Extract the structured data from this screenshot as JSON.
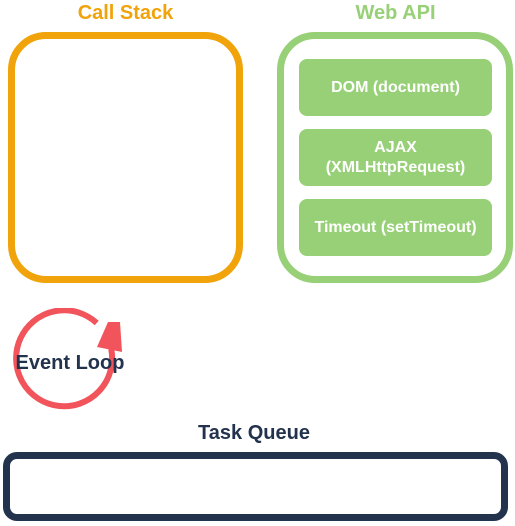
{
  "colors": {
    "call_stack": "#f0a30a",
    "web_api": "#97d077",
    "task_queue": "#23334d",
    "event_loop": "#f2545b",
    "text_dark": "#23334d",
    "item_text": "#ffffff"
  },
  "call_stack": {
    "title": "Call Stack"
  },
  "web_api": {
    "title": "Web API",
    "items": [
      {
        "line1": "DOM (document)",
        "line2": ""
      },
      {
        "line1": "AJAX",
        "line2": "(XMLHttpRequest)"
      },
      {
        "line1": "Timeout (setTimeout)",
        "line2": ""
      }
    ]
  },
  "event_loop": {
    "label": "Event Loop",
    "icon": "circular-arrow-icon"
  },
  "task_queue": {
    "title": "Task Queue"
  }
}
